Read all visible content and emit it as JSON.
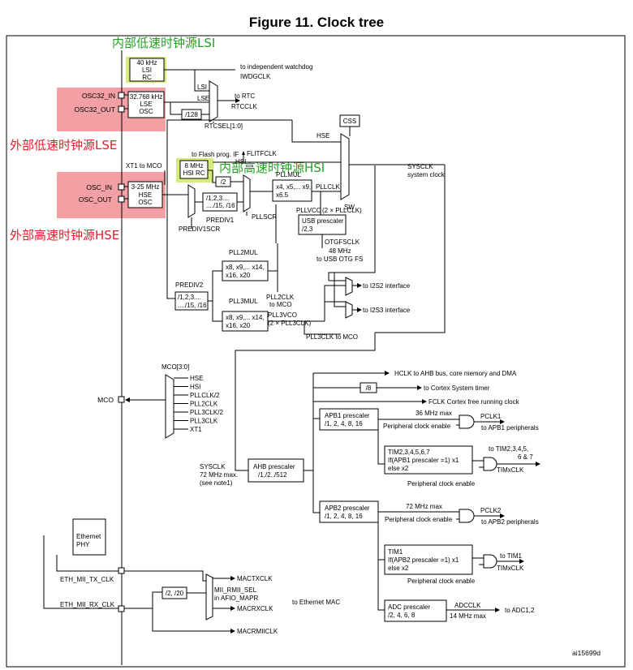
{
  "figure": {
    "title": "Figure 11. Clock tree",
    "ref_id": "ai15699d"
  },
  "annotations": {
    "lsi": "内部低速时钟源LSI",
    "lse": "外部低速时钟源LSE",
    "hsi": "内部高速时钟源HSI",
    "hse": "外部高速时钟源HSE",
    "colors": {
      "green_text": "#23a023",
      "red_text": "#e0202a",
      "green_fill": "#d6ec7a",
      "red_fill": "#f2a0a4"
    }
  },
  "oscillators": {
    "lsi": {
      "line1": "40 kHz",
      "line2": "LSI",
      "line3": "RC"
    },
    "lse": {
      "line1": "32.768 kHz",
      "line2": "LSE",
      "line3": "OSC"
    },
    "hsi": {
      "line1": "8 MHz",
      "line2": "HSI RC"
    },
    "hse": {
      "line1": "3-25 MHz",
      "line2": "HSE",
      "line3": "OSC"
    }
  },
  "pins": {
    "osc32_in": "OSC32_IN",
    "osc32_out": "OSC32_OUT",
    "osc_in": "OSC_IN",
    "osc_out": "OSC_OUT",
    "mco": "MCO",
    "xt1_to_mco": "XT1 to MCO",
    "eth_tx": "ETH_MII_TX_CLK",
    "eth_rx": "ETH_MII_RX_CLK"
  },
  "rtc": {
    "to_iwdg": "to independent watchdog",
    "iwdgclk": "IWDGCLK",
    "lsi": "LSI",
    "lse": "LSE",
    "div128": "/128",
    "to_rtc": "to RTC",
    "rtcclk": "RTCCLK",
    "rtcsel": "RTCSEL[1:0]"
  },
  "system": {
    "css": "CSS",
    "hse": "HSE",
    "to_flash": "to Flash prog. IF",
    "flitfclk": "FLITFCLK",
    "hsi": "HSI",
    "div2": "/2",
    "pllmul_title": "PLLMUL",
    "pllmul_l1": "x4, x5,... x9,",
    "pllmul_l2": "x6.5",
    "pllclk": "PLLCLK",
    "sw": "SW",
    "sysclk": "SYSCLK",
    "system_clock": "system clock",
    "pllvco": "PLLVCO",
    "pllvco_note": "(2 × PLLCLK)",
    "pllscr": "PLLSCR",
    "prediv1_l1": "/1,2,3....",
    "prediv1_l2": "..../15, /16",
    "prediv1": "PREDIV1",
    "prediv1scr": "PREDIV1SCR",
    "usb_title": "USB prescaler",
    "usb_values": "/2,3",
    "otgfsclk": "OTGFSCLK",
    "usb_freq": "48 MHz",
    "to_usb": "to USB OTG FS"
  },
  "pll23": {
    "pll2mul": "PLL2MUL",
    "pll2mul_l1": "x8, x9,... x14,",
    "pll2mul_l2": "x16, x20",
    "prediv2": "PREDIV2",
    "prediv2_l1": "/1,2,3....",
    "prediv2_l2": "..../15, /16",
    "pll3mul": "PLL3MUL",
    "pll3mul_l1": "x8, x9,... x14,",
    "pll3mul_l2": "x16, x20",
    "pll2clk": "PLL2CLK",
    "to_mco": "to MCO",
    "pll3vco": "PLL3VCO",
    "pll3vco_note": "(2 × PLL3CLK)",
    "pll3clk_mco": "PLL3CLK to MCO",
    "to_i2s2": "to I2S2 interface",
    "to_i2s3": "to I2S3 interface"
  },
  "mco_mux": {
    "title": "MCO[3:0]",
    "inputs": [
      "HSE",
      "HSI",
      "PLLCLK/2",
      "PLL2CLK",
      "PLL3CLK/2",
      "PLL3CLK",
      "XT1"
    ]
  },
  "ahb": {
    "sysclk": "SYSCLK",
    "max": "72 MHz max.",
    "note": "(see note1)",
    "title": "AHB prescaler",
    "values": "/1,/2../512",
    "hclk": "HCLK to AHB bus, core memory and DMA",
    "div8": "/8",
    "to_cortex": "to Cortex System timer",
    "fclk": "FCLK Cortex free running clock"
  },
  "apb1": {
    "title": "APB1 prescaler",
    "values": "/1, 2, 4, 8, 16",
    "max": "36 MHz max",
    "pce": "Peripheral clock enable",
    "pclk1": "PCLK1",
    "to_apb1": "to APB1 peripherals",
    "tim_title": "TIM2,3,4,5,6,7",
    "tim_l2": "If(APB1 prescaler =1) x1",
    "tim_l3": "else x2",
    "tim_to": "to TIM2,3,4,5,",
    "tim_to2": "6 & 7",
    "timxclk": "TIMxCLK",
    "pce2": "Peripheral clock enable"
  },
  "apb2": {
    "title": "APB2 prescaler",
    "values": "/1, 2, 4, 8, 16",
    "max": "72 MHz max",
    "pce": "Peripheral clock enable",
    "pclk2": "PCLK2",
    "to_apb2": "to APB2 peripherals",
    "tim_title": "TIM1",
    "tim_l2": "If(APB2 prescaler =1) x1",
    "tim_l3": "else x2",
    "tim_to": "to TIM1",
    "timxclk": "TIMxCLK",
    "pce2": "Peripheral clock enable",
    "adc_title": "ADC prescaler",
    "adc_values": "/2, 4, 6, 8",
    "adcclk": "ADCCLK",
    "adc_max": "14 MHz max",
    "to_adc": "to ADC1,2"
  },
  "ethernet": {
    "phy_l1": "Ethernet",
    "phy_l2": "PHY",
    "div": "/2, /20",
    "mactxclk": "MACTXCLK",
    "sel_l1": "MII_RMII_SEL",
    "sel_l2": "in AFIO_MAPR",
    "macrxclk": "MACRXCLK",
    "to_mac": "to Ethernet MAC",
    "macrmiiclk": "MACRMIICLK"
  }
}
